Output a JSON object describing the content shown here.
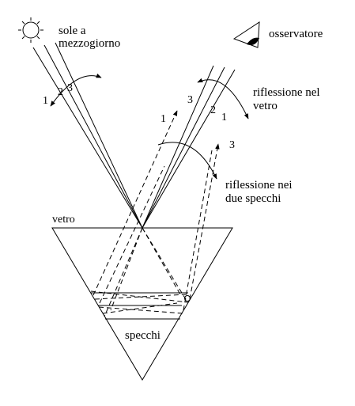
{
  "labels": {
    "sun": [
      "sole a",
      "mezzogiorno"
    ],
    "observer": "osservatore",
    "reflection_glass": [
      "riflessione nel",
      "vetro"
    ],
    "reflection_mirrors": [
      "riflessione nei",
      "due specchi"
    ],
    "glass": "vetro",
    "mirrors": "specchi"
  },
  "rays": {
    "incoming": [
      "1",
      "2",
      "3"
    ],
    "glass_reflected": [
      "3",
      "2",
      "1"
    ],
    "mirror_reflected": [
      "1",
      "3"
    ]
  },
  "icons": {
    "sun": "sun-icon",
    "observer": "eye-icon"
  }
}
